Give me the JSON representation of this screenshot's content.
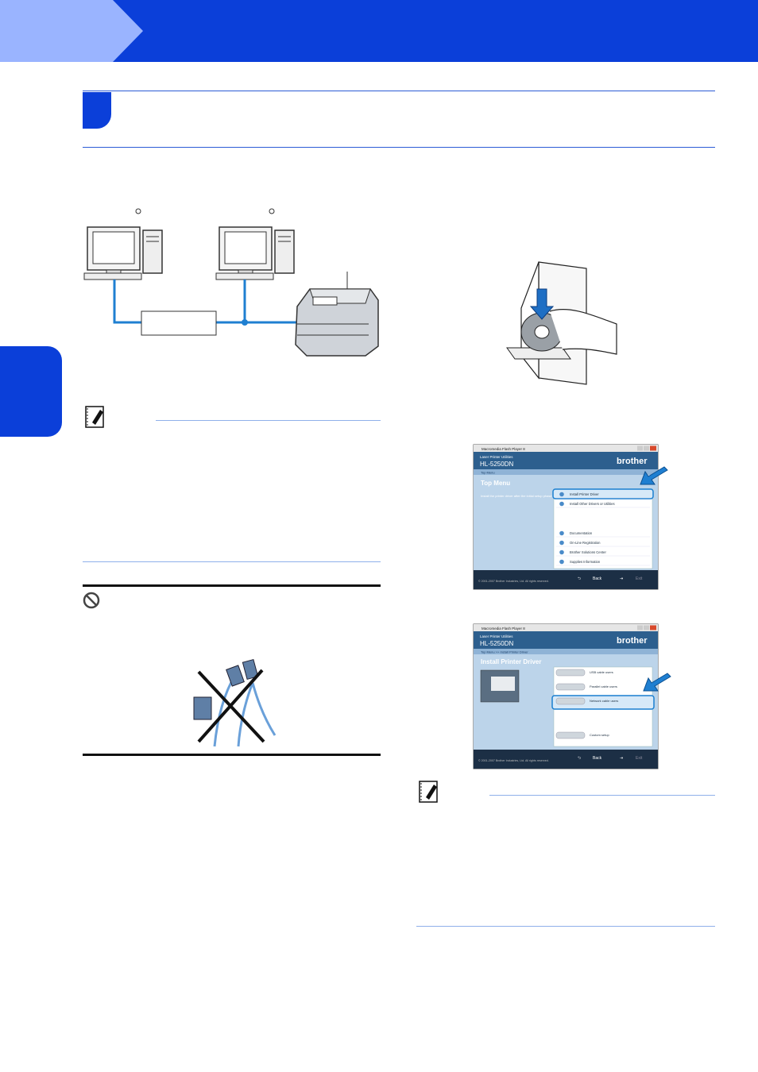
{
  "header": {
    "accent_color": "#0b3fd9",
    "step_color": "#9ab4ff"
  },
  "figures": {
    "network_diagram": {
      "icons": [
        "computer-icon",
        "computer-icon",
        "printer-icon"
      ]
    },
    "cd_insert": {
      "icons": [
        "cd-icon",
        "hand-icon",
        "arrow-down-icon"
      ]
    },
    "note_icons": [
      "note-icon",
      "note-icon"
    ],
    "prohibit_icon": "prohibit-icon"
  },
  "screen1": {
    "window_title": "Macromedia Flash Player 8",
    "app_subtitle": "Laser Printer Utilities",
    "model": "HL-5250DN",
    "brand": "brother",
    "breadcrumb": "Top Menu",
    "heading": "Top Menu",
    "description": "Install the printer driver after the initial setup phase is complete.",
    "menu": [
      "Install Printer Driver",
      "Install Other Drivers or Utilities",
      "Documentation",
      "On-Line Registration",
      "Brother Solutions Center",
      "Supplies Information"
    ],
    "footer": "© 2001-2007 Brother Industries, Ltd. All rights reserved.",
    "back_label": "Back",
    "exit_label": "Exit"
  },
  "screen2": {
    "window_title": "Macromedia Flash Player 8",
    "app_subtitle": "Laser Printer Utilities",
    "model": "HL-5250DN",
    "brand": "brother",
    "breadcrumb": "Top Menu  >>  Install Printer Driver",
    "heading": "Install Printer Driver",
    "options": [
      "USB cable users",
      "Parallel cable users",
      "Network cable users",
      "Custom setup"
    ],
    "footer": "© 2001-2007 Brother Industries, Ltd. All rights reserved.",
    "back_label": "Back",
    "exit_label": "Exit"
  }
}
